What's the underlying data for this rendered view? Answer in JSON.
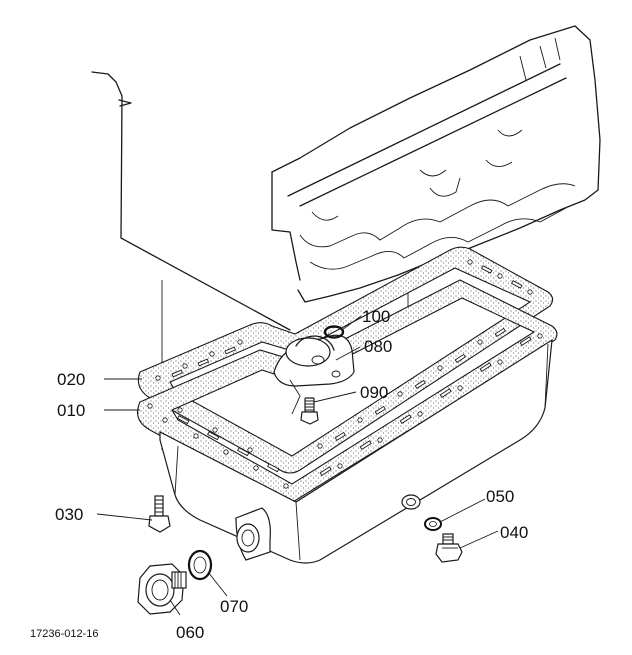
{
  "drawing_number": "17236-012-16",
  "callouts": {
    "c010": "010",
    "c020": "020",
    "c030": "030",
    "c040": "040",
    "c050": "050",
    "c060": "060",
    "c070": "070",
    "c080": "080",
    "c090": "090",
    "c100": "100"
  }
}
